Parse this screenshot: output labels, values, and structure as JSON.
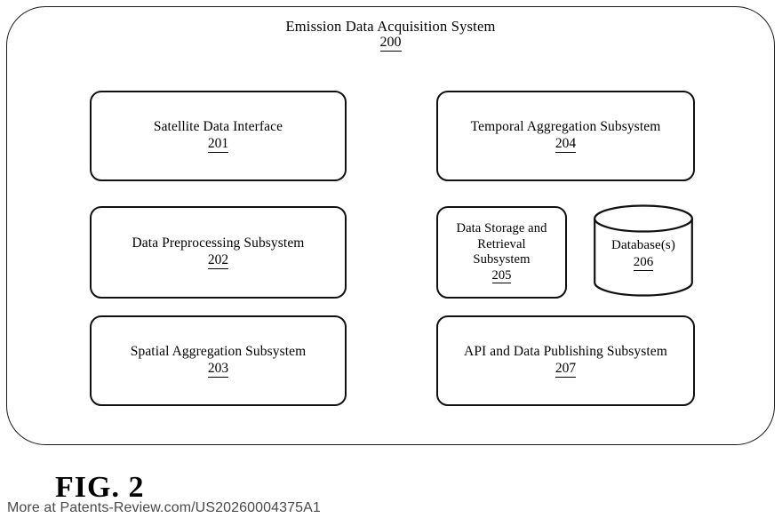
{
  "figure": {
    "caption": "FIG. 2",
    "watermark": "More at Patents-Review.com/US20260004375A1"
  },
  "system": {
    "title": "Emission Data Acquisition System",
    "ref": "200"
  },
  "modules": {
    "left_column": [
      {
        "label": "Satellite Data Interface",
        "ref": "201"
      },
      {
        "label": "Data Preprocessing Subsystem",
        "ref": "202"
      },
      {
        "label": "Spatial Aggregation Subsystem",
        "ref": "203"
      }
    ],
    "right_column": [
      {
        "label": "Temporal Aggregation Subsystem",
        "ref": "204"
      },
      {
        "label_line1": "Data Storage and",
        "label_line2": "Retrieval",
        "label_line3": "Subsystem",
        "ref": "205"
      },
      {
        "label": "Database(s)",
        "ref": "206",
        "shape": "cylinder"
      },
      {
        "label": "API and Data Publishing Subsystem",
        "ref": "207"
      }
    ]
  },
  "colors": {
    "stroke": "#111111",
    "background": "#ffffff",
    "watermark_text": "#4a4a4a"
  }
}
